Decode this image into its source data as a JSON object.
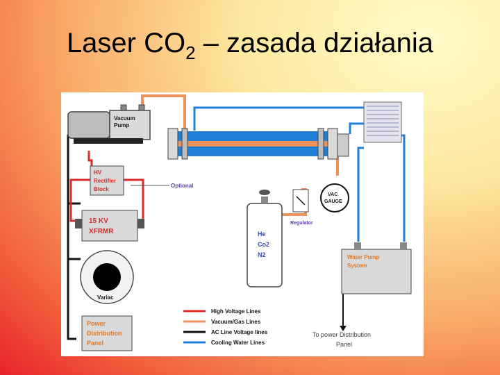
{
  "title": {
    "main": "Laser CO",
    "sub": "2",
    "rest": " – zasada działania"
  },
  "diagram": {
    "vacuum_pump": [
      "Vacuum",
      "Pump"
    ],
    "hv_rectifier": [
      "HV",
      "Rectifier",
      "Block"
    ],
    "optional": "Optional",
    "xfrmr": [
      "15 KV",
      "XFRMR"
    ],
    "variac": "Variac",
    "power_panel": [
      "Power",
      "Distribution",
      "Panel"
    ],
    "gas_tank": [
      "He",
      "Co2",
      "N2"
    ],
    "regulator": "Regulator",
    "vac_gauge": [
      "VAC",
      "GAUGE"
    ],
    "water_pump": [
      "Water Pump",
      "System"
    ],
    "to_power": [
      "To power Distribution",
      "Panel"
    ],
    "legend": [
      {
        "label": "High Voltage Lines",
        "color": "#d92b2b"
      },
      {
        "label": "Vacuum/Gas Lines",
        "color": "#f0935a"
      },
      {
        "label": "AC Line Voltage lines",
        "color": "#111111"
      },
      {
        "label": "Cooling Water Lines",
        "color": "#1f7fd6"
      }
    ]
  }
}
